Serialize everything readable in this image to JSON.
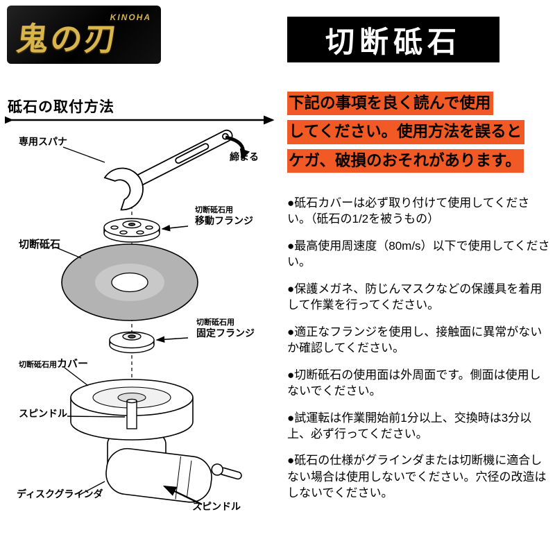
{
  "brand": {
    "logo_text": "鬼の刃",
    "logo_sub": "KINOHA",
    "gold_color": "#d9b54e"
  },
  "header": {
    "product_title": "切断砥石"
  },
  "diagram": {
    "title": "砥石の取付方法",
    "labels": {
      "spanner": "専用スパナ",
      "tighten": "締まる",
      "for_cutting_wheel": "切断砥石用",
      "moving_flange": "移動フランジ",
      "cutting_wheel": "切断砥石",
      "fixed_flange": "固定フランジ",
      "cover": "カバー",
      "spindle": "スピンドル",
      "disc_grinder": "ディスクグラインダ",
      "spindle_bottom": "スピンドル"
    }
  },
  "warning": {
    "highlight_color": "#f15a24",
    "line1": "下記の事項を良く読んで使用",
    "line2": "してください。使用方法を誤ると",
    "line3": "ケガ、破損のおそれがあります。"
  },
  "instructions": [
    "●砥石カバーは必ず取り付けて使用してください。（砥石の1/2を被うもの）",
    "●最高使用周速度（80m/s）以下で使用してください。",
    "●保護メガネ、防じんマスクなどの保護具を着用して作業を行ってください。",
    "●適正なフランジを使用し、接触面に異常がないか確認してください。",
    "●切断砥石の使用面は外周面です。側面は使用しないでください。",
    "●試運転は作業開始前1分以上、交換時は3分以上、必ず行ってください。",
    "●砥石の仕様がグラインダまたは切断機に適合しない場合は使用しないでください。穴径の改造はしないでください。"
  ]
}
